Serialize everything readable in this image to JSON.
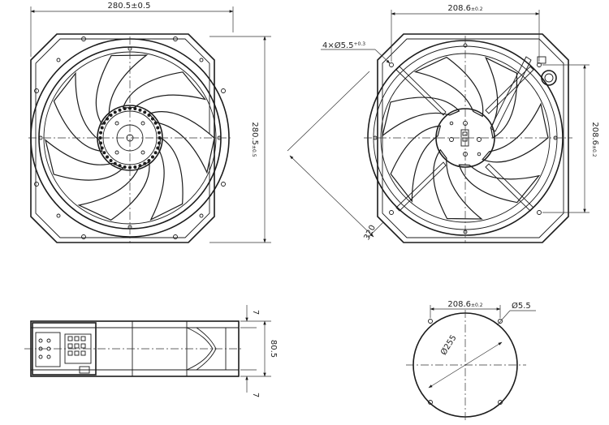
{
  "colors": {
    "line": "#1c1c1c",
    "background": "#ffffff"
  },
  "dimensions": {
    "front_width": "280.5±0.5",
    "front_height": "280.5",
    "front_height_tol": "±0.5",
    "hole_spacing_top": "208.6",
    "hole_spacing_top_tol": "±0.2",
    "hole_spacing_side": "208.6",
    "hole_spacing_side_tol": "±0.2",
    "mount_hole": "4×Ø5.5",
    "mount_hole_tol": "+0.3",
    "diagonal": "320",
    "side_top_flange": "7",
    "side_depth": "80.5",
    "side_bottom_flange": "7",
    "cutout_spacing": "208.6",
    "cutout_spacing_tol": "±0.2",
    "cutout_hole": "Ø5.5",
    "cutout_diameter": "Ø255"
  }
}
